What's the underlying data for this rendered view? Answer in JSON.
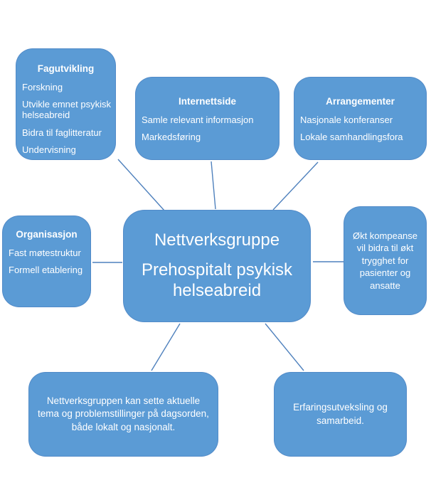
{
  "colors": {
    "node_fill": "#5b9bd5",
    "connector": "#4f81bd",
    "text": "#ffffff",
    "background": "#ffffff"
  },
  "center": {
    "title": "Nettverksgruppe",
    "subtitle": "Prehospitalt psykisk helseabreid"
  },
  "nodes": {
    "fagutvikling": {
      "title": "Fagutvikling",
      "items": [
        "Forskning",
        "Utvikle emnet psykisk helseabreid",
        "Bidra til faglitteratur",
        "Undervisning"
      ]
    },
    "internettside": {
      "title": "Internettside",
      "items": [
        "Samle relevant informasjon",
        "Markedsføring"
      ]
    },
    "arrangementer": {
      "title": "Arrangementer",
      "items": [
        "Nasjonale konferanser",
        "Lokale samhandlingsfora"
      ]
    },
    "organisasjon": {
      "title": "Organisasjon",
      "items": [
        "Fast møtestruktur",
        "Formell etablering"
      ]
    },
    "okt_kompetanse": {
      "text": "Økt kompeanse vil bidra til økt trygghet for pasienter og ansatte"
    },
    "dagsorden": {
      "text": "Nettverksgruppen kan sette aktuelle tema og problemstillinger på dagsorden, både lokalt og nasjonalt."
    },
    "erfaringsutveksling": {
      "text": "Erfaringsutveksling og samarbeid."
    }
  }
}
